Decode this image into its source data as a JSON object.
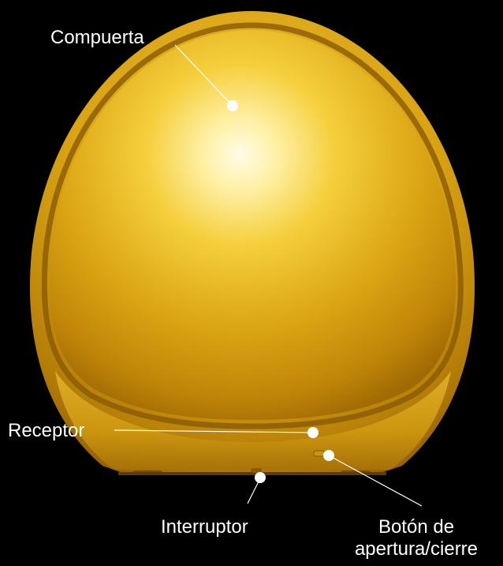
{
  "colors": {
    "background": "#000000",
    "body_gold": "#d4a00c",
    "highlight": "#fffbe6",
    "shadow_gold": "#8c5a04",
    "label_text": "#ffffff",
    "leader_line": "#ffffff"
  },
  "labels": {
    "compuerta": "Compuerta",
    "receptor": "Receptor",
    "interruptor": "Interruptor",
    "boton_line1": "Botón de",
    "boton_line2": "apertura/cierre"
  }
}
